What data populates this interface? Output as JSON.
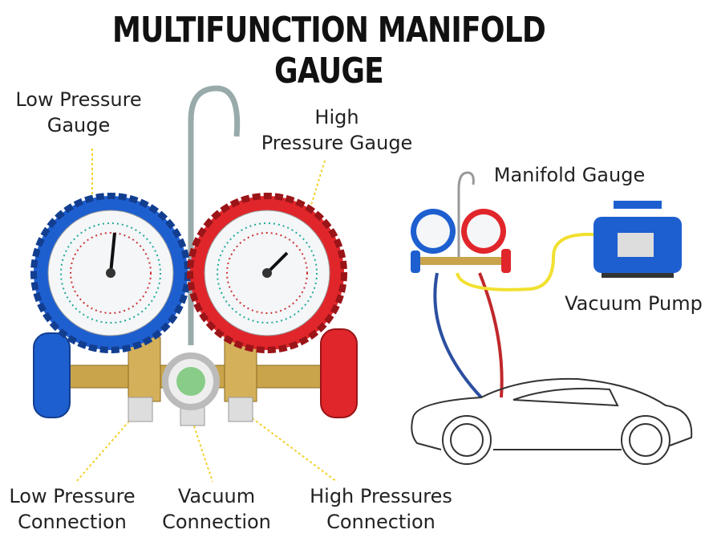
{
  "title": "MULTIFUNCTION MANIFOLD GAUGE",
  "labels": {
    "low_pressure_gauge": [
      "Low Pressure",
      "Gauge"
    ],
    "high_pressure_gauge": [
      "High",
      "Pressure Gauge"
    ],
    "manifold_gauge": "Manifold Gauge",
    "vacuum_pump": "Vacuum Pump",
    "low_pressure_connection": [
      "Low Pressure",
      "Connection"
    ],
    "vacuum_connection": [
      "Vacuum",
      "Connection"
    ],
    "high_pressures_connection": [
      "High Pressures",
      "Connection"
    ]
  },
  "colors": {
    "low_side": "#1e5fd0",
    "high_side": "#e0262b",
    "brass": "#c9a44a",
    "leader": "#f2d22e"
  }
}
